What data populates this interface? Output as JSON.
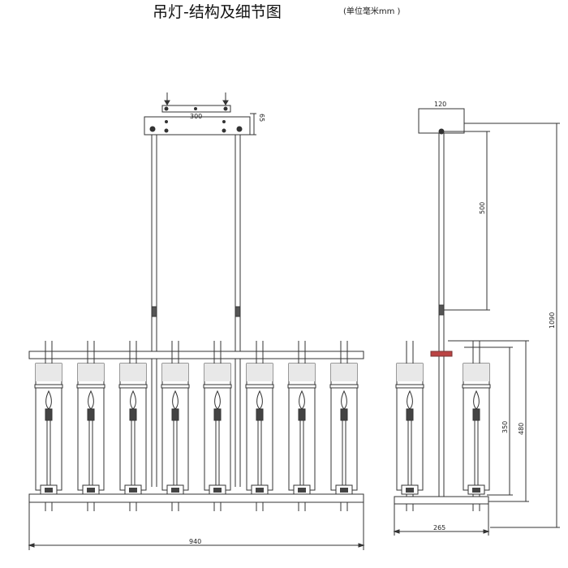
{
  "header": {
    "title": "吊灯-结构及细节图",
    "unit_note": "(单位毫米mm )"
  },
  "front_view": {
    "dim_canopy_width": "300",
    "dim_canopy_height": "65",
    "dim_total_width": "940",
    "lamp_count": 8
  },
  "side_view": {
    "dim_canopy_width": "120",
    "dim_rod_length": "500",
    "dim_total_height": "1090",
    "dim_lamp_height": "350",
    "dim_body_height": "480",
    "dim_body_depth": "265",
    "lamp_count": 2
  }
}
